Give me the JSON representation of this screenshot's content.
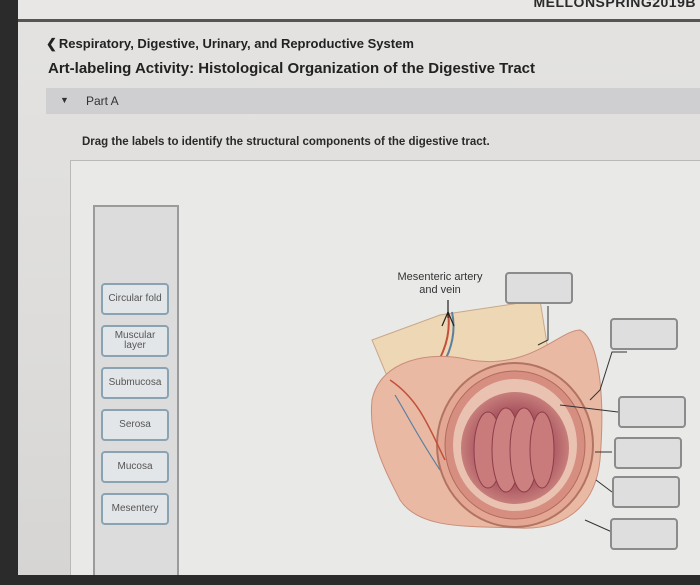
{
  "header": {
    "course_id": "MELLONSPRING2019B"
  },
  "breadcrumb": {
    "chevron": "❮",
    "text": "Respiratory, Digestive, Urinary, and Reproductive System"
  },
  "activity": {
    "title": "Art-labeling Activity: Histological Organization of the Digestive Tract"
  },
  "part": {
    "caret": "▼",
    "label": "Part A"
  },
  "instructions": "Drag the labels to identify the structural components of the digestive tract.",
  "label_bank": [
    {
      "text": "Circular fold"
    },
    {
      "text": "Muscular layer"
    },
    {
      "text": "Submucosa"
    },
    {
      "text": "Serosa"
    },
    {
      "text": "Mucosa"
    },
    {
      "text": "Mesentery"
    }
  ],
  "diagram": {
    "caption": "Mesenteric artery and vein",
    "colors": {
      "tissue": "#e9b9a3",
      "mucosa": "#c87978",
      "lumen": "#9b4a55",
      "vessel_red": "#c2503c",
      "vessel_blue": "#5b7fa0",
      "mesentery": "#eed7b4"
    }
  }
}
